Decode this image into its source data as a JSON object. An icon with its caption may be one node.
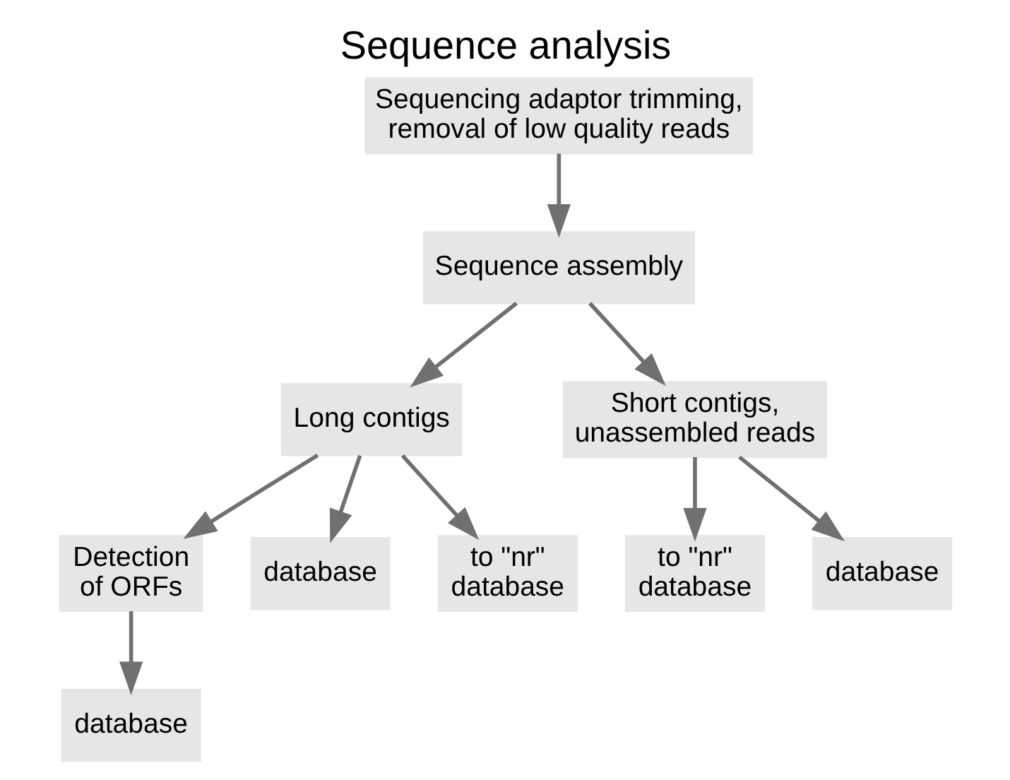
{
  "diagram": {
    "title": "Sequence analysis",
    "nodes": [
      {
        "text": [
          "Sequencing adaptor trimming, removal of low quality reads"
        ]
      },
      {
        "text": [
          "Sequence assembly"
        ]
      },
      {
        "text": [
          "Long contigs"
        ]
      },
      {
        "text": [
          "Short contigs, unassembled reads"
        ]
      },
      {
        "text": [
          "Detection of ORFs"
        ]
      },
      {
        "text": [
          "database"
        ]
      },
      {
        "text": [
          "to \"nr\" database"
        ]
      },
      {
        "text": [
          "to \"nr\" database"
        ]
      },
      {
        "text": [
          "database"
        ]
      },
      {
        "text": [
          "database"
        ]
      }
    ],
    "edges": [
      {
        "from": 0,
        "to": 1,
        "arrow": "to"
      },
      {
        "from": 1,
        "to": 2,
        "arrow": "to"
      },
      {
        "from": 1,
        "to": 3,
        "arrow": "to"
      },
      {
        "from": 2,
        "to": 4,
        "arrow": "to"
      },
      {
        "from": 2,
        "to": 5,
        "arrow": "to"
      },
      {
        "from": 2,
        "to": 6,
        "arrow": "to"
      },
      {
        "from": 3,
        "to": 7,
        "arrow": "to"
      },
      {
        "from": 3,
        "to": 8,
        "arrow": "to"
      },
      {
        "from": 4,
        "to": 9,
        "arrow": "to"
      }
    ]
  }
}
